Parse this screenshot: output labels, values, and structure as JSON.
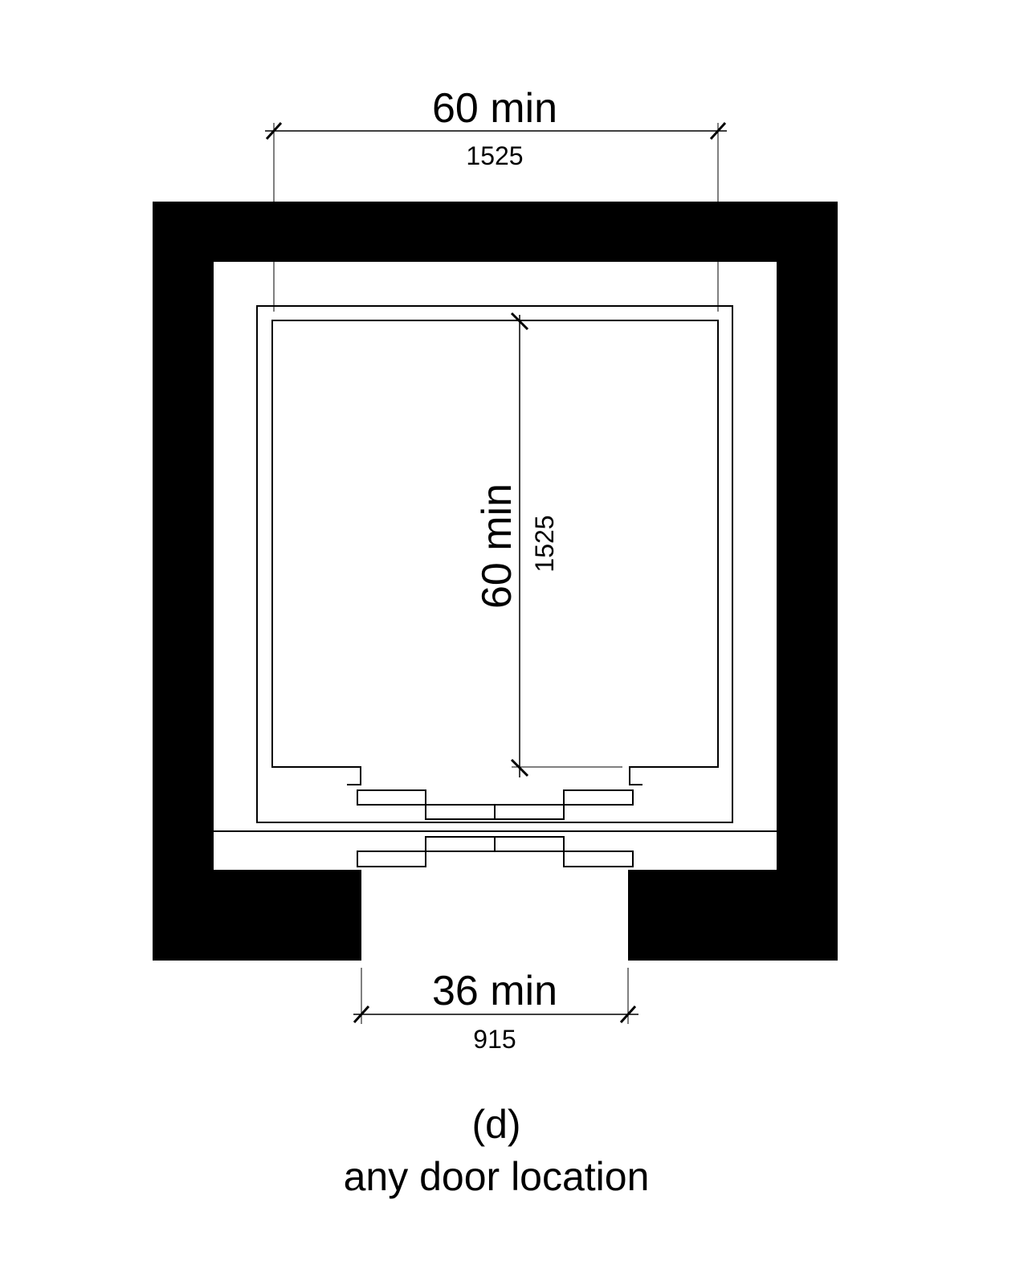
{
  "dimensions": {
    "width": {
      "imperial": "60 min",
      "metric": "1525"
    },
    "depth": {
      "imperial": "60 min",
      "metric": "1525"
    },
    "door": {
      "imperial": "36 min",
      "metric": "915"
    }
  },
  "caption": {
    "label": "(d)",
    "text": "any door location"
  }
}
